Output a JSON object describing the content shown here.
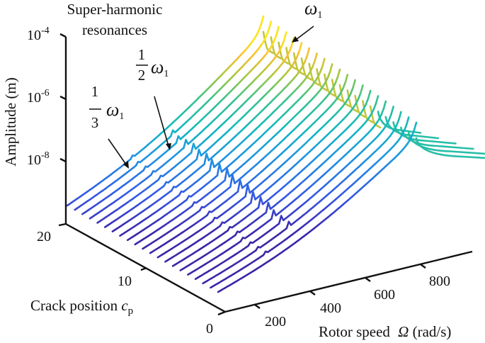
{
  "chart_data": {
    "type": "line",
    "subtype": "3d-waterfall",
    "title": "",
    "xlabel": "Rotor speed Ω (rad/s)",
    "ylabel": "Crack position c_p",
    "zlabel": "Amplitude (m)",
    "x_ticks": [
      200,
      400,
      600,
      800
    ],
    "y_ticks": [
      0,
      10,
      20
    ],
    "z_ticks": [
      "10^-8",
      "10^-6",
      "10^-4"
    ],
    "z_scale": "log",
    "xlim": [
      100,
      950
    ],
    "ylim": [
      0,
      20
    ],
    "zlim": [
      "~1e-10",
      "1e-4"
    ],
    "series_count": 21,
    "series_variable": "crack position c_p = 0 … 20",
    "colormap": "parula (blue → teal → yellow by amplitude)",
    "resonance_peaks": {
      "omega1_peak_amplitude": "~1e-4 (back) to ~1e-5 (front)",
      "half_omega1": "small super-harmonic spikes near mid-speed",
      "third_omega1": "smaller super-harmonic spikes at lower speed"
    },
    "annotations": [
      {
        "text": "Super-harmonic resonances"
      },
      {
        "text": "ω1",
        "target": "primary resonance peaks"
      },
      {
        "text": "1/2 ω1",
        "target": "2x super-harmonic spikes"
      },
      {
        "text": "1/3 ω1",
        "target": "3x super-harmonic spikes"
      }
    ]
  },
  "labels": {
    "z_axis": "Amplitude (m)",
    "y_axis_prefix": "Crack position ",
    "y_axis_var": "c",
    "y_axis_sub": "p",
    "x_axis_prefix": "Rotor speed ",
    "x_axis_var": "Ω",
    "x_axis_suffix": " (rad/s)",
    "z_ticks": [
      {
        "base": "10",
        "exp": "-4"
      },
      {
        "base": "10",
        "exp": "-6"
      },
      {
        "base": "10",
        "exp": "-8"
      }
    ],
    "y_ticks": [
      "20",
      "10",
      "0"
    ],
    "x_ticks": [
      "200",
      "400",
      "600",
      "800"
    ]
  },
  "annotations": {
    "super_line1": "Super-harmonic",
    "super_line2": "resonances",
    "omega": "ω",
    "omega_sub": "1",
    "half_num": "1",
    "half_den": "2",
    "third_num": "1",
    "third_den": "3"
  }
}
